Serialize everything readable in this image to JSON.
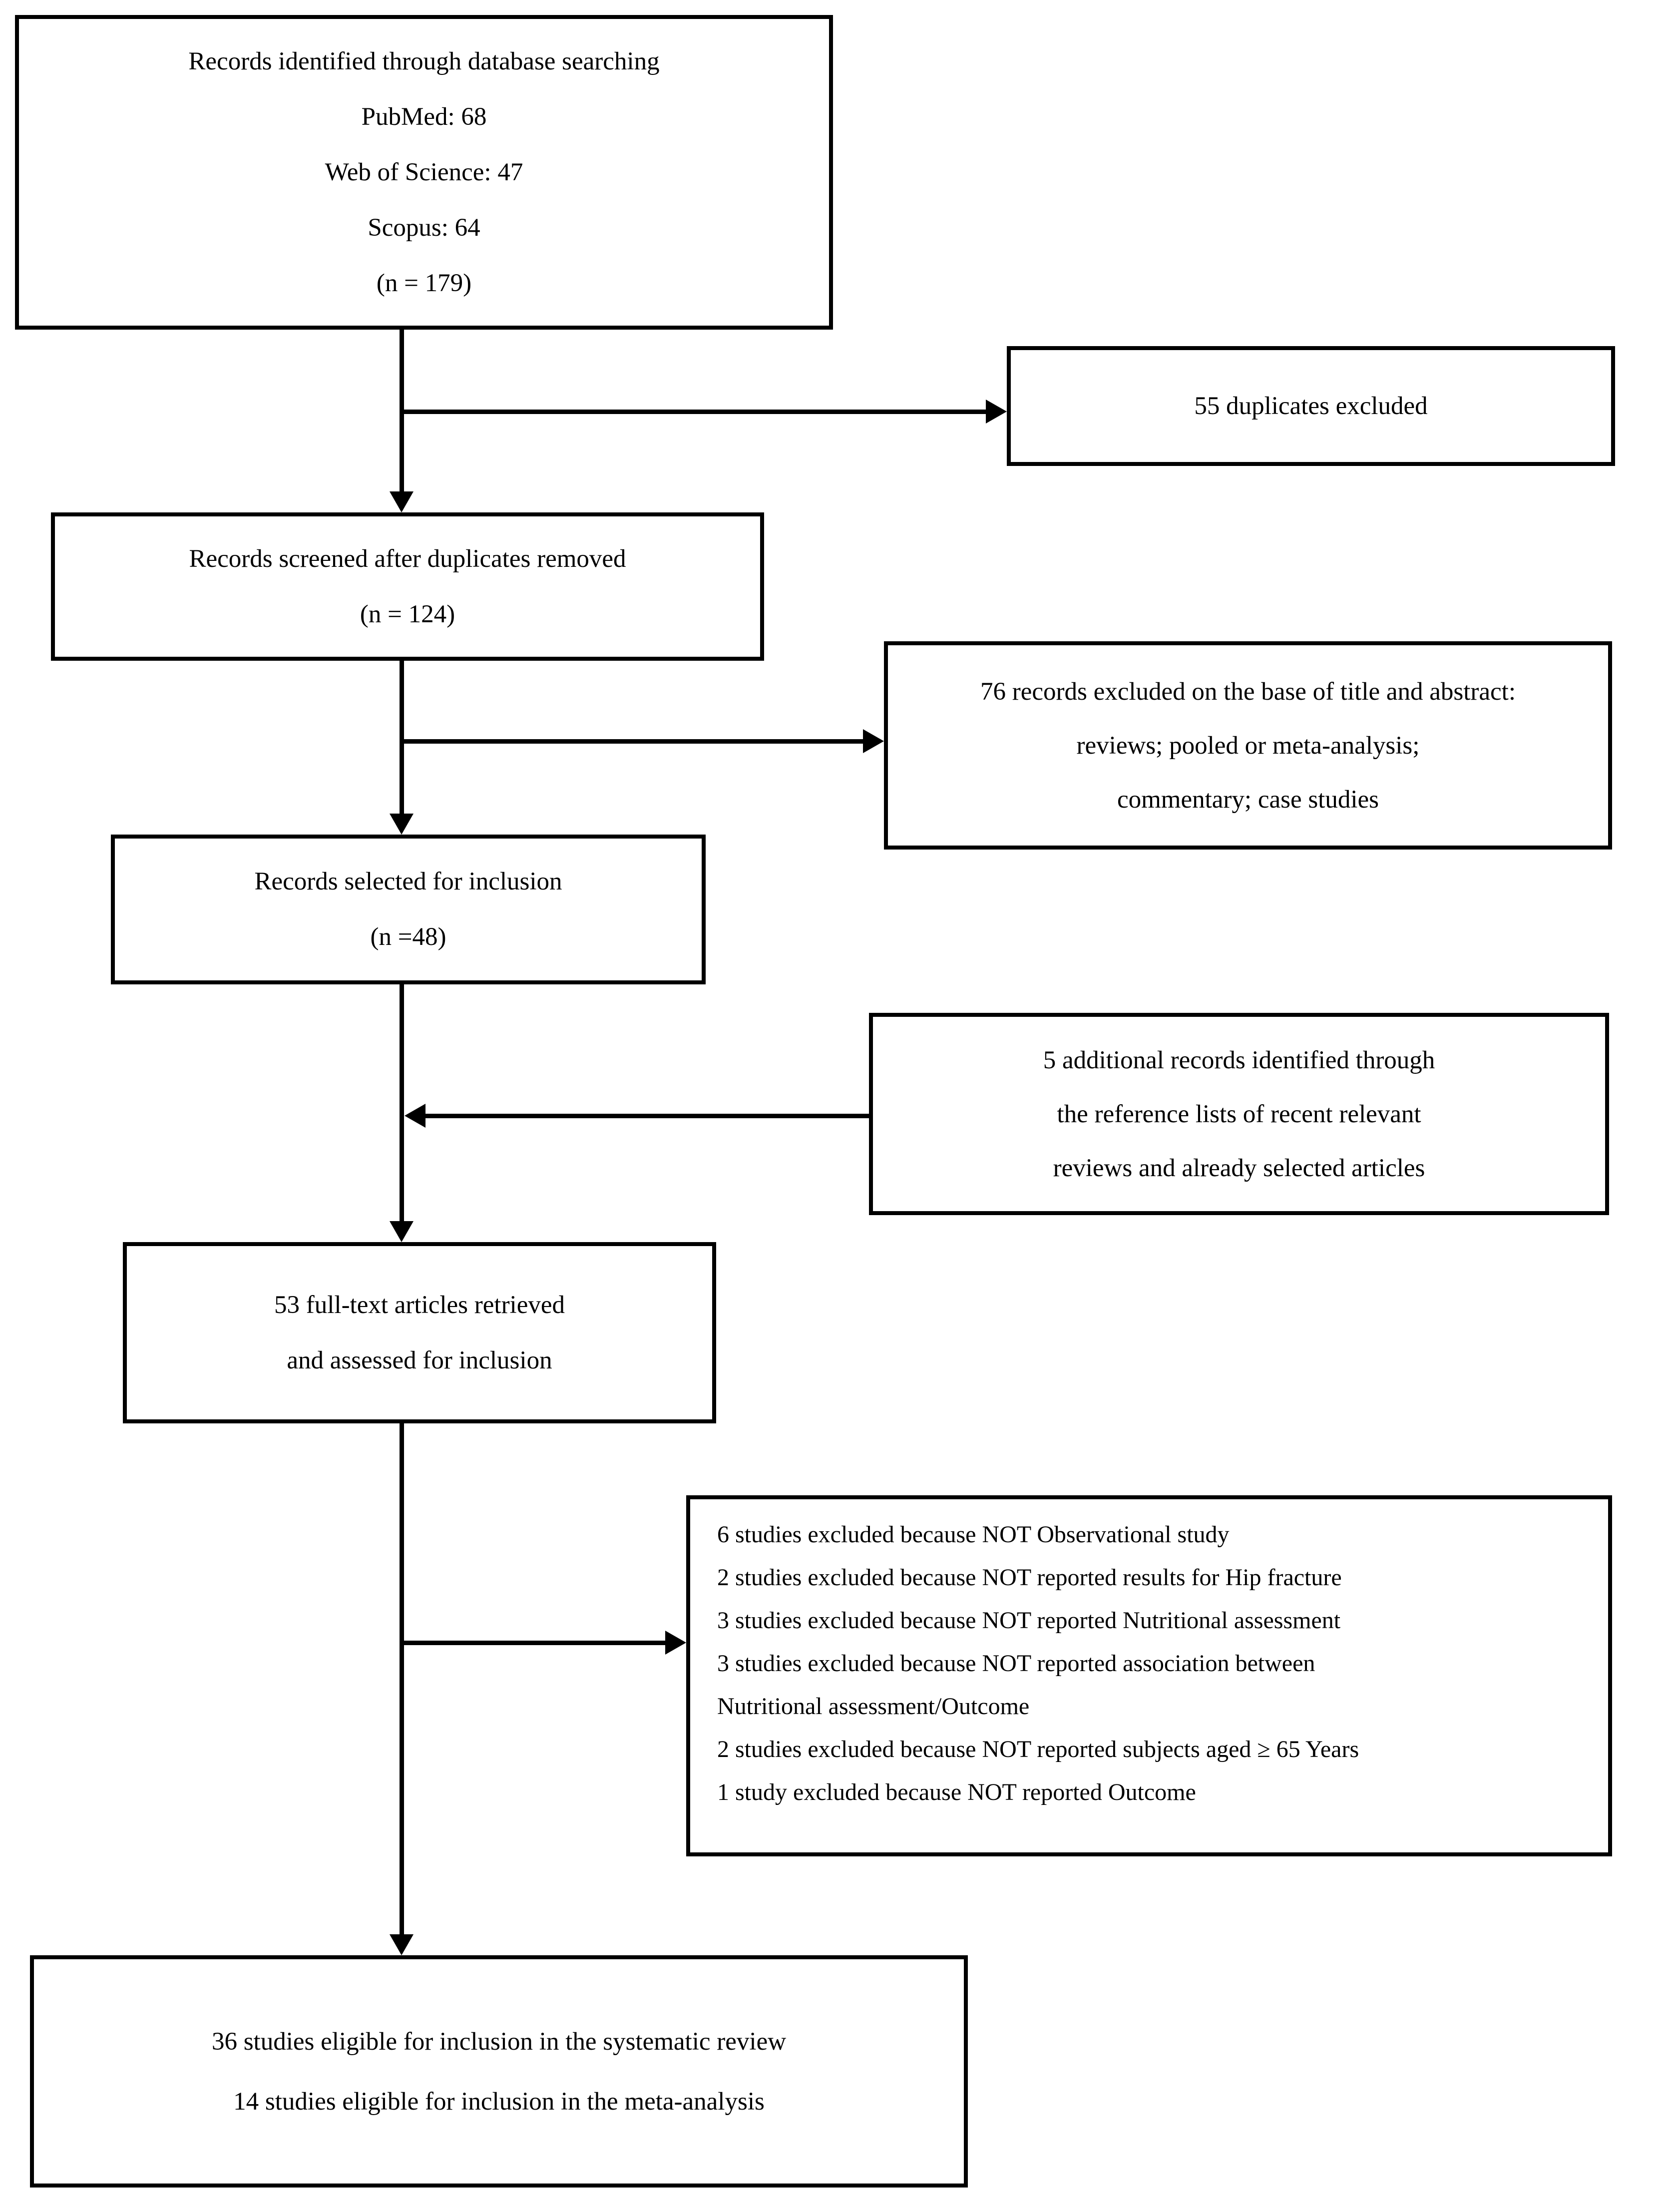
{
  "figure": {
    "kind": "prisma-flow-diagram",
    "colors": {
      "background": "#ffffff",
      "box_border": "#000000",
      "text": "#000000",
      "connector": "#000000"
    },
    "boxes": {
      "identified": {
        "lines": [
          "Records identified through database searching",
          "PubMed: 68",
          "Web of Science: 47",
          "Scopus: 64",
          "(n = 179)"
        ]
      },
      "duplicates_excluded": {
        "lines": [
          "55 duplicates excluded"
        ]
      },
      "screened": {
        "lines": [
          "Records screened after duplicates removed",
          "(n = 124)"
        ]
      },
      "excluded_title_abstract": {
        "lines": [
          "76 records excluded on the base of title and abstract:",
          "reviews; pooled or meta-analysis;",
          "commentary; case studies"
        ]
      },
      "selected": {
        "lines": [
          "Records selected for inclusion",
          "(n =48)"
        ]
      },
      "additional_records": {
        "lines": [
          "5 additional records identified through",
          "the reference lists of recent relevant",
          "reviews and already selected articles"
        ]
      },
      "fulltext": {
        "lines": [
          "53 full-text articles retrieved",
          "and assessed for inclusion"
        ]
      },
      "excluded_fulltext": {
        "lines": [
          "6 studies excluded because NOT Observational study",
          "2 studies excluded because NOT reported results for Hip fracture",
          "3 studies excluded because NOT reported Nutritional assessment",
          "3 studies excluded because NOT reported association between",
          "Nutritional assessment/Outcome",
          "2 studies excluded because NOT reported subjects aged ≥ 65 Years",
          "1 study excluded because NOT reported Outcome"
        ]
      },
      "eligible": {
        "lines": [
          "36 studies eligible for inclusion in the systematic review",
          "14 studies eligible for inclusion in the meta-analysis"
        ]
      }
    }
  }
}
